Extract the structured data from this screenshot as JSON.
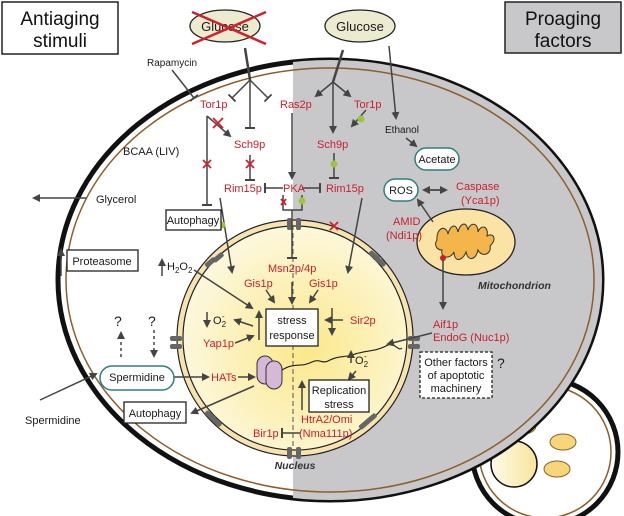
{
  "title_boxes": {
    "antiaging": [
      "Antiaging",
      "stimuli"
    ],
    "proaging": [
      "Proaging",
      "factors"
    ]
  },
  "colors": {
    "protein_red": "#c8202f",
    "proaging_gray": "#c8c8ca",
    "cell_membrane_brown": "#8b5e2b",
    "nucleus_yellow": "#fbf3b8",
    "nuclear_envelope": "#f6e3b0",
    "activation_green": "#9cc73a",
    "inhibit_cross_red": "#d0202f",
    "teal_outline": "#2e7f7f",
    "histone_purple": "#d7b8d9",
    "mito_orange": "#f4b64a",
    "mito_fill": "#fbe2a5"
  },
  "stimuli": {
    "glucose_crossed": "Glucose",
    "glucose": "Glucose",
    "rapamycin": "Rapamycin",
    "bcaa": "BCAA (LIV)",
    "glycerol": "Glycerol",
    "spermidine_external": "Spermidine",
    "ethanol": "Ethanol"
  },
  "proteins": {
    "tor1p_left": "Tor1p",
    "tor1p_right": "Tor1p",
    "ras2p": "Ras2p",
    "sch9p_left": "Sch9p",
    "sch9p_right": "Sch9p",
    "rim15p_left": "Rim15p",
    "rim15p_right": "Rim15p",
    "pka": "PKA",
    "msn2p4p": "Msn2p/4p",
    "gis1p_left": "Gis1p",
    "gis1p_right": "Gis1p",
    "sir2p": "Sir2p",
    "yap1p": "Yap1p",
    "hats": "HATs",
    "bir1p": "Bir1p",
    "htra2": "HtrA2/Omi",
    "nma111p": "(Nma111p)",
    "caspase": "Caspase",
    "yca1p": "(Yca1p)",
    "amid": "AMID",
    "ndi1p": "(Ndi1p)",
    "aif1p": "Aif1p",
    "endog": "EndoG (Nuc1p)"
  },
  "boxes": {
    "autophagy_top": "Autophagy",
    "autophagy_bottom": "Autophagy",
    "proteasome": "Proteasome",
    "stress_response": [
      "stress",
      "response"
    ],
    "replication_stress": [
      "Replication",
      "stress"
    ],
    "other_factors": [
      "Other factors",
      "of apoptotic",
      "machinery"
    ]
  },
  "metabolites": {
    "acetate": "Acetate",
    "ros": "ROS",
    "spermidine": "Spermidine",
    "h2o2": "H",
    "h2o2_sub": "2",
    "h2o2_o": "O",
    "h2o2_sub2": "2",
    "superoxide": "O",
    "superoxide_sub": "2",
    "superoxide_sup": "-"
  },
  "labels": {
    "mitochondrion": "Mitochondrion",
    "nucleus": "Nucleus",
    "question": "?"
  }
}
